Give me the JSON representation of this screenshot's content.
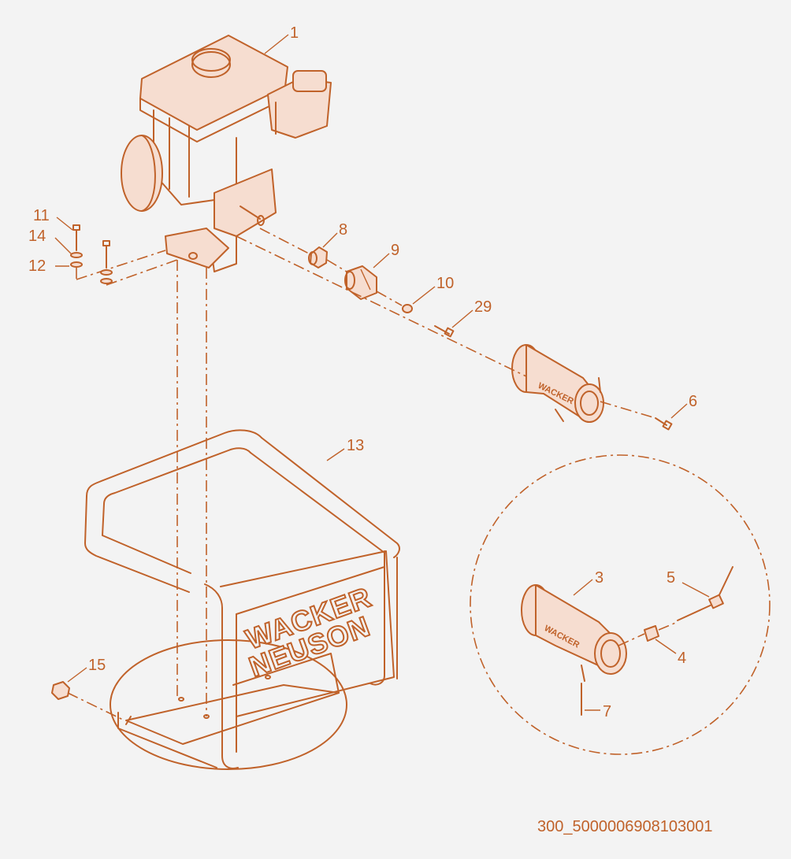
{
  "callouts": {
    "c1": "1",
    "c3": "3",
    "c4": "4",
    "c5": "5",
    "c6": "6",
    "c7": "7",
    "c8": "8",
    "c9": "9",
    "c10": "10",
    "c11": "11",
    "c12": "12",
    "c13": "13",
    "c14": "14",
    "c15": "15",
    "c29": "29"
  },
  "frame_logo": {
    "line1": "WACKER",
    "line2": "NEUSON"
  },
  "drawing_reference": "300_5000006908103001",
  "colors": {
    "line": "#c0622a",
    "background": "#f3f3f3"
  }
}
